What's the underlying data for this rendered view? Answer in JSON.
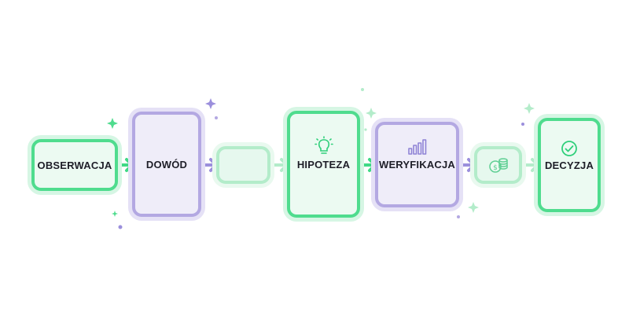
{
  "diagram": {
    "steps": [
      {
        "label": "OBSERWACJA",
        "color": "#4fdc8e"
      },
      {
        "label": "DOWÓD",
        "color": "#b3a8e2"
      },
      {
        "label": "",
        "color": "#b3ecca"
      },
      {
        "label": "HIPOTEZA",
        "color": "#4fdc8e",
        "icon": "lightbulb-icon"
      },
      {
        "label": "WERYFIKACJA",
        "color": "#b3a8e2",
        "icon": "bar-chart-icon"
      },
      {
        "label": "",
        "color": "#b3ecca",
        "icon": "coins-icon"
      },
      {
        "label": "DECYZJA",
        "color": "#4fdc8e",
        "icon": "check-circle-icon"
      }
    ],
    "colors": {
      "green": "#4fdc8e",
      "purple": "#9b8fdc",
      "light_green": "#b3ecca",
      "text": "#1e1e28"
    }
  }
}
